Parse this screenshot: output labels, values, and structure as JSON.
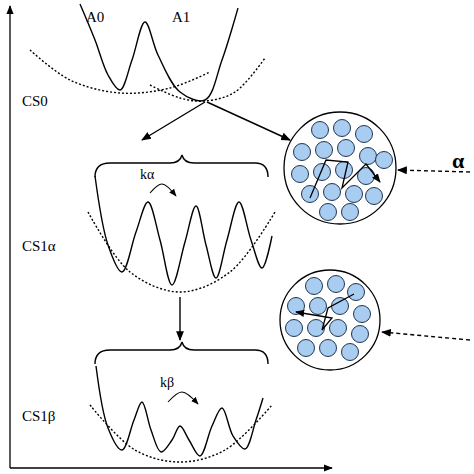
{
  "diagram": {
    "labels": [
      "A0",
      "A1",
      "CS0",
      "CS1α",
      "kα",
      "CS1β",
      "kβ",
      "α"
    ]
  }
}
